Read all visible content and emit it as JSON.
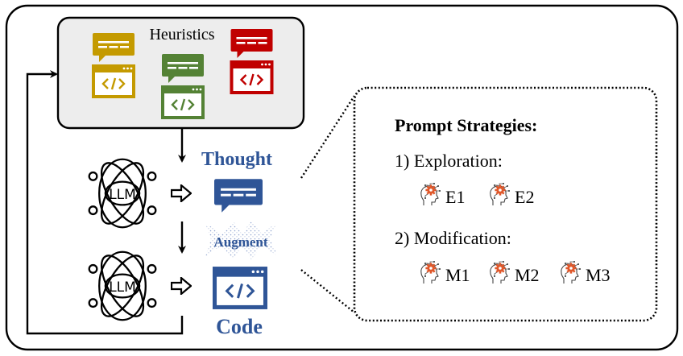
{
  "heuristics": {
    "title": "Heuristics",
    "items": [
      {
        "name": "heuristic-yellow",
        "color": "#C49A00"
      },
      {
        "name": "heuristic-green",
        "color": "#548235"
      },
      {
        "name": "heuristic-red",
        "color": "#C00000"
      }
    ],
    "box_fill": "#EDEDED"
  },
  "pipeline": {
    "llm_label": "LLM",
    "thought_label": "Thought",
    "augment_label": "Augment",
    "code_label": "Code",
    "accent_color": "#2F5597"
  },
  "icons": {
    "llm": "atom-icon",
    "thought": "speech-bubble-icon",
    "code": "code-window-icon",
    "strategy": "head-gear-icon",
    "flow_arrow": "hollow-right-arrow-icon"
  },
  "strategies": {
    "title": "Prompt Strategies:",
    "groups": [
      {
        "label": "1) Exploration:",
        "items": [
          "E1",
          "E2"
        ]
      },
      {
        "label": "2) Modification:",
        "items": [
          "M1",
          "M2",
          "M3"
        ]
      }
    ],
    "gear_color": "#E0582B"
  }
}
